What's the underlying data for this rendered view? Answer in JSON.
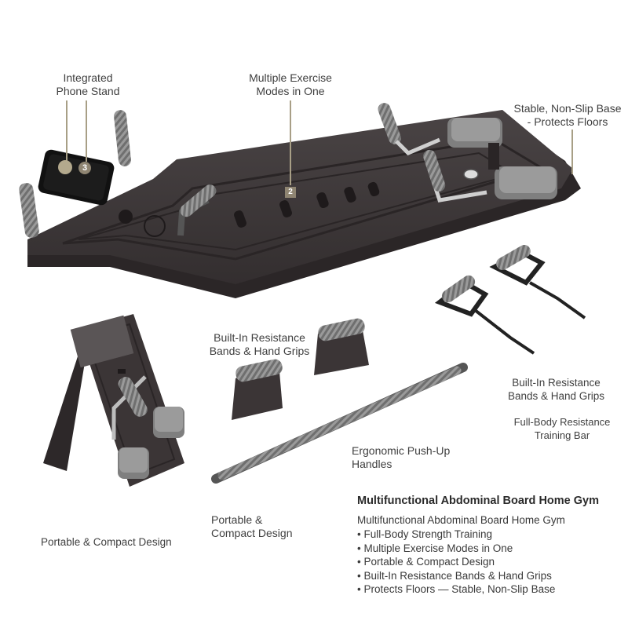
{
  "labels": {
    "phone_stand": [
      "Integrated",
      "Phone Stand"
    ],
    "exercise_modes": [
      "Multiple Exercise",
      "Modes in One"
    ],
    "non_slip": [
      "Stable, Non-Slip Base",
      "- Protects Floors"
    ],
    "bands_grips_center": [
      "Built-In Resistance",
      "Bands & Hand Grips"
    ],
    "bands_grips_right": [
      "Built-In Resistance",
      "Bands & Hand Grips"
    ],
    "training_bar": [
      "Full-Body Resistance",
      "Training Bar"
    ],
    "pushup_handles": [
      "Ergonomic Push-Up",
      "Handles"
    ],
    "portable_center": [
      "Portable &",
      "Compact Design"
    ],
    "portable_left": "Portable & Compact Design"
  },
  "badges": {
    "phone": "3",
    "modes": "2"
  },
  "summary": {
    "title": "Multifunctional Abdominal Board Home Gym",
    "subtitle": "Multifunctional Abdominal Board Home Gym",
    "bullets": [
      "Full-Body Strength Training",
      "Multiple Exercise Modes in One",
      "Portable & Compact Design",
      "Built-In Resistance Bands & Hand Grips",
      "Protects Floors — Stable, Non-Slip Base"
    ]
  },
  "colors": {
    "board": "#3b3536",
    "grip": "#8d8d8d",
    "accent": "#a89f86",
    "band": "#222222"
  }
}
